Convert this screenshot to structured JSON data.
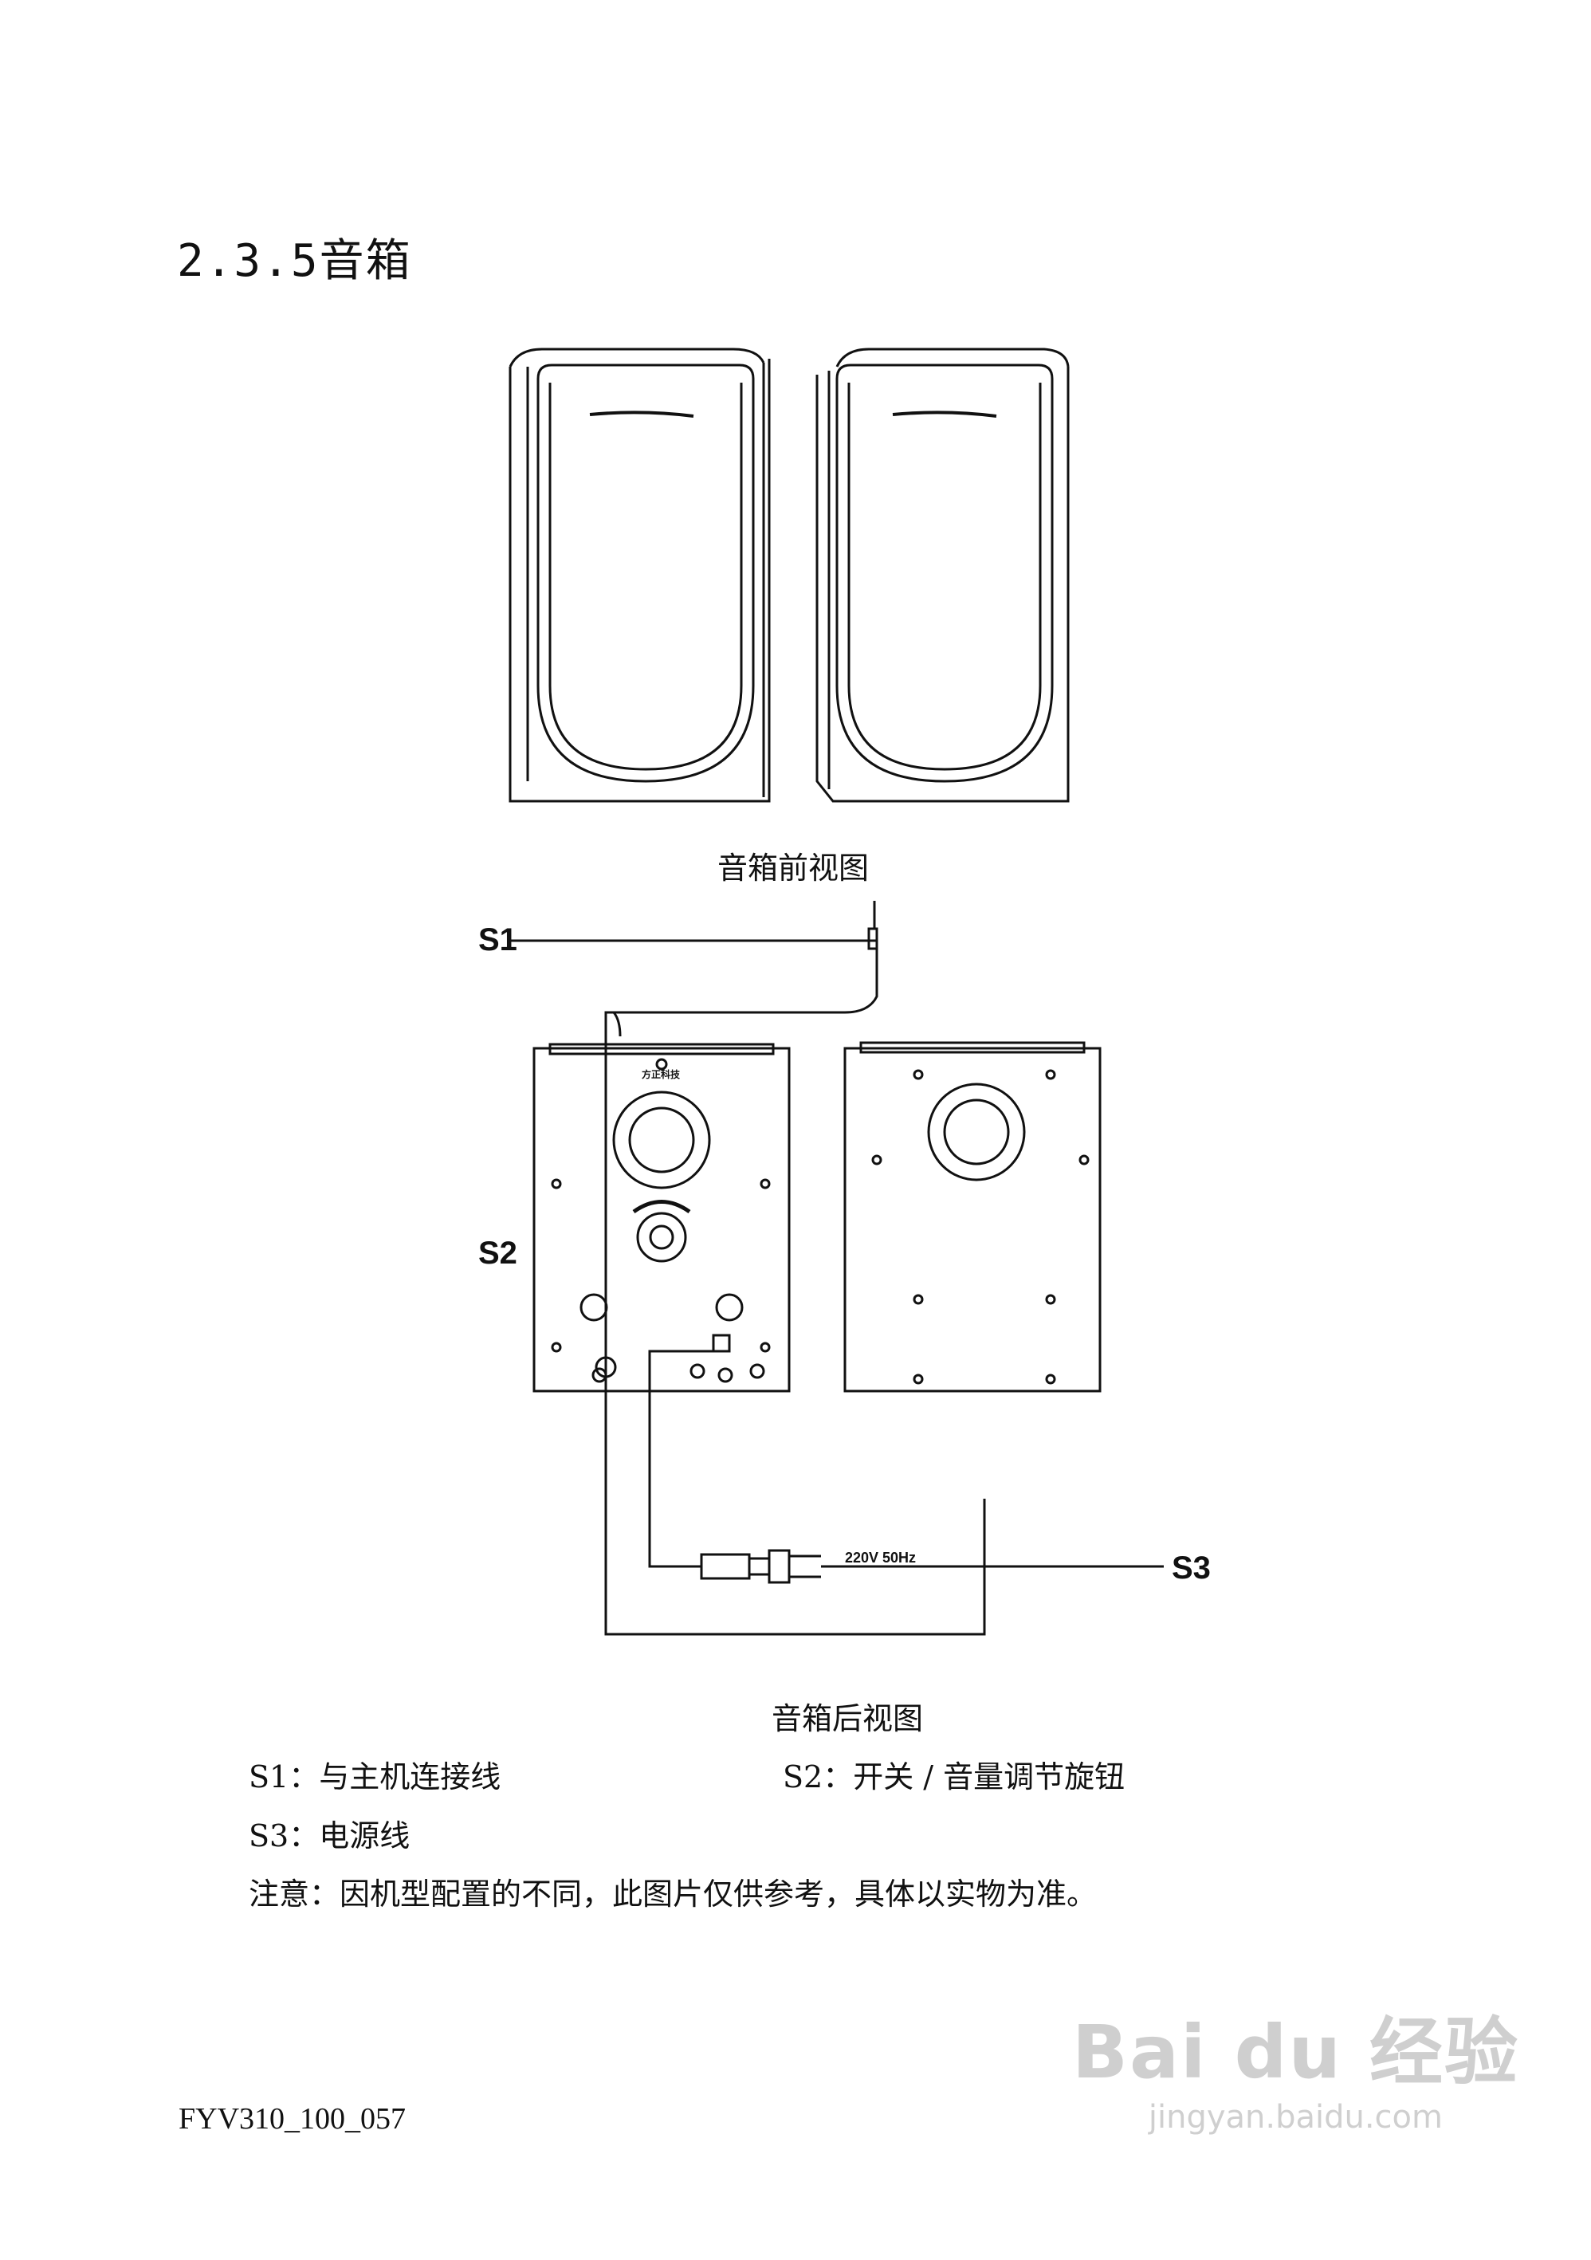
{
  "section": {
    "heading": "2.3.5音箱"
  },
  "figure_front": {
    "caption": "音箱前视图"
  },
  "figure_rear": {
    "caption": "音箱后视图",
    "callouts": {
      "s1": "S1",
      "s2": "S2",
      "s3": "S3"
    },
    "plug_rating": "220V 50Hz"
  },
  "legend": {
    "s1": "S1：与主机连接线",
    "s2": "S2：开关 / 音量调节旋钮",
    "s3": "S3：电源线"
  },
  "note": "注意：因机型配置的不同，此图片仅供参考，具体以实物为准。",
  "footer": {
    "doc_code": "FYV310_100_057"
  },
  "watermark": {
    "brand": "Bai du 经验",
    "url": "jingyan.baidu.com"
  }
}
